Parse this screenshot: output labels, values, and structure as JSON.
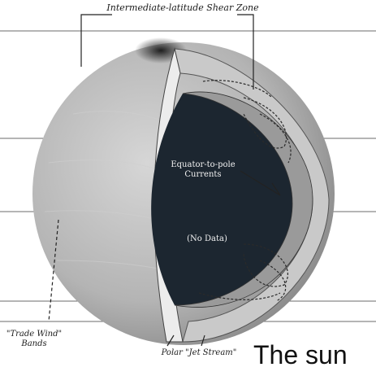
{
  "diagram": {
    "title": "The sun",
    "labels": {
      "shear_zone": "Intermediate-latitude Shear Zone",
      "equator_to_pole": "Equator-to-pole Currents",
      "no_data": "(No Data)",
      "trade_wind": "\"Trade Wind\" Bands",
      "polar_jet": "Polar \"Jet Stream\""
    },
    "colors": {
      "sphere": "#b9b9b9",
      "core": "#1c2630",
      "shell": "#a8a8a8",
      "background": "#ffffff"
    }
  }
}
